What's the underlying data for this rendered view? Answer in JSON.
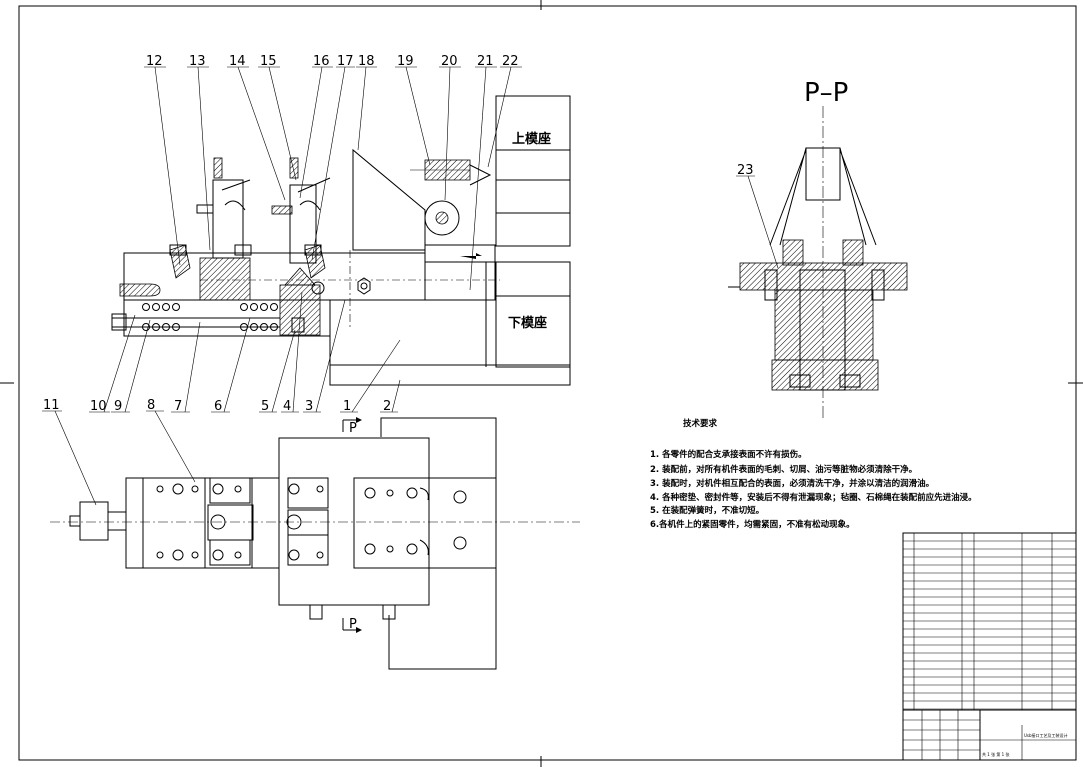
{
  "drawing": {
    "section_title": "P–P",
    "upper_die_label": "上模座",
    "lower_die_label": "下模座",
    "section_marker": "P"
  },
  "part_numbers_top": [
    "12",
    "13",
    "14",
    "15",
    "16",
    "17",
    "18",
    "19",
    "20",
    "21",
    "22"
  ],
  "part_numbers_bottom": [
    "10",
    "9",
    "7",
    "6",
    "5",
    "4",
    "3",
    "1",
    "2"
  ],
  "part_numbers_plan": [
    "11",
    "8"
  ],
  "section_part_number": "23",
  "tech_requirements": {
    "title": "技术要求",
    "items": [
      "1. 各零件的配合支承接表面不许有损伤。",
      "2. 装配前，对所有机件表面的毛刺、切屑、油污等脏物必须清除干净。",
      "3. 装配时，对机件相互配合的表面，必须清洗干净，并涂以清洁的润滑油。",
      "4. 各种密垫、密封件等，安装后不得有泄漏现象；毡圈、石棉绳在装配前应先进油浸。",
      "5. 在装配弹簧时，不准切短。",
      "6.各机件上的紧固零件，均需紧固，不准有松动现象。"
    ]
  },
  "title_block": {
    "drawing_name": "Usb接口工艺及工装设计",
    "sheet_info": "共 1 张  第 1 张"
  }
}
